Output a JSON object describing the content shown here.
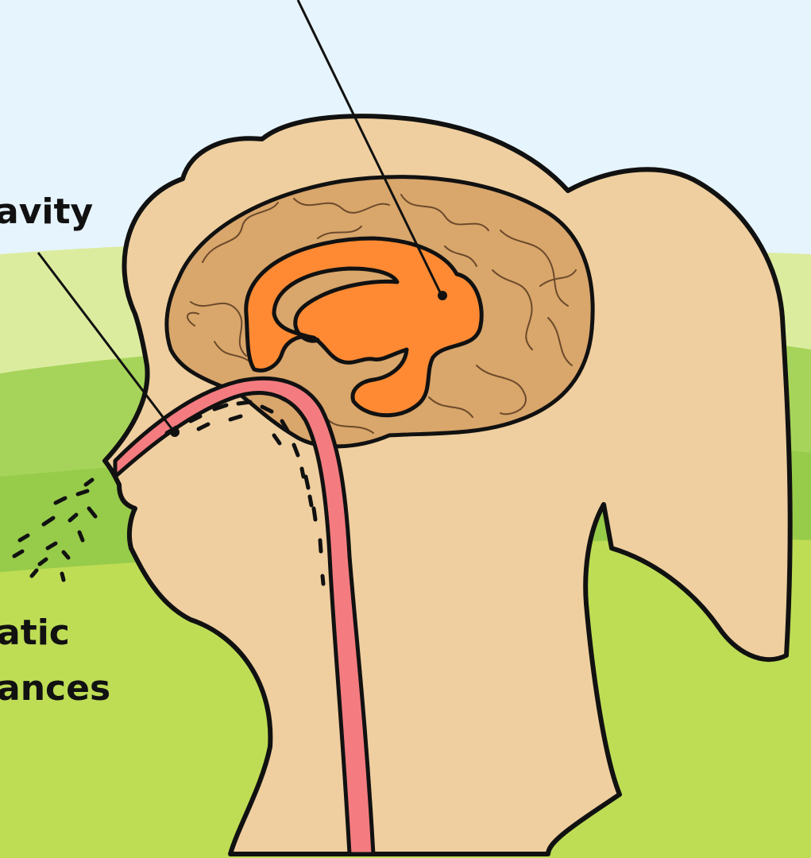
{
  "labels": {
    "nasal_cavity": "avity",
    "aromatic_line1": "atic",
    "aromatic_line2": "ances"
  },
  "colors": {
    "sky": "#e6f4fd",
    "hill_light": "#d8ea9c",
    "hill_mid": "#a9d55a",
    "grass": "#bcdc55",
    "grass_dark": "#94c94a",
    "skin": "#efcf9f",
    "brain": "#d9a66b",
    "limbic": "#ff8a33",
    "nasal_passage": "#f47c80",
    "outline": "#111111"
  }
}
